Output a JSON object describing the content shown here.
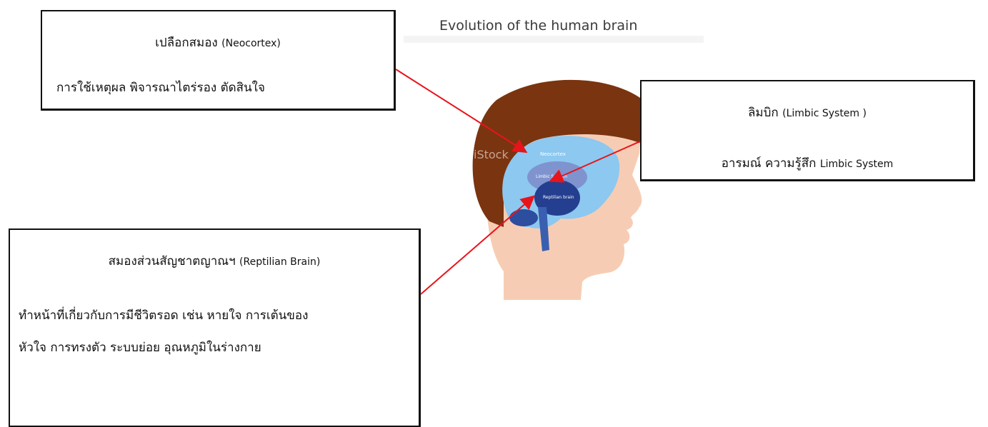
{
  "figure": {
    "title": "Evolution of the human brain",
    "labels": {
      "neocortex": "Neocortex",
      "limbic": "Limbic System",
      "reptilian": "Reptilian brain",
      "watermark": "iStock"
    }
  },
  "neocortex_box": {
    "heading_th": "เปลือกสมอง",
    "heading_en": "(Neocortex)",
    "description": "การใช้เหตุผล พิจารณาไตร่รอง ตัดสินใจ"
  },
  "limbic_box": {
    "heading_th": "ลิมบิก",
    "heading_en": "(Limbic System )",
    "description_th": "อารมณ์ ความรู้สึก",
    "description_en": "Limbic System"
  },
  "reptilian_box": {
    "heading_th": "สมองส่วนสัญชาตญาณฯ",
    "heading_en": "(Reptilian Brain)",
    "description_line1": "ทำหน้าที่เกี่ยวกับการมีชีวิตรอด เช่น หายใจ การเต้นของ",
    "description_line2": "หัวใจ การทรงตัว ระบบย่อย อุณหภูมิในร่างกาย"
  },
  "colors": {
    "arrow": "#e8141b",
    "hair": "#7a3410",
    "skin": "#f6cdb4",
    "neocortex": "#8cc8f0",
    "limbic": "#7f93cf",
    "reptilian": "#243f8f",
    "box_border": "#111111"
  }
}
